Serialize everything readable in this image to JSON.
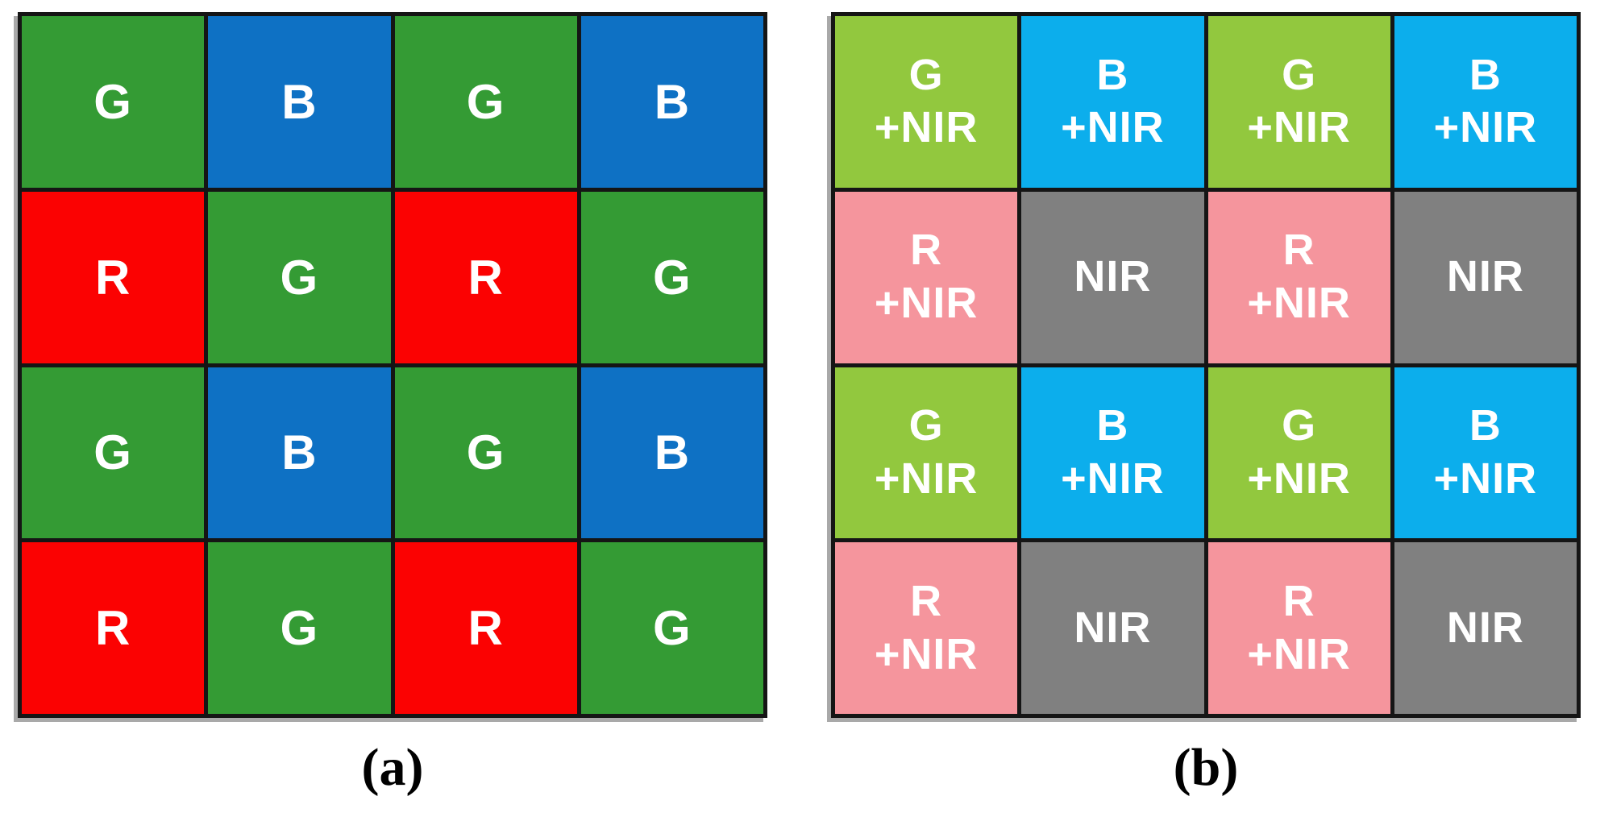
{
  "figure": {
    "description_colors": {
      "background": "#ffffff",
      "grid_border": "#151515",
      "grid_shadow": "#a9a9a9",
      "cell_text": "#ffffff",
      "label_text": "#000000"
    },
    "swatches": {
      "G": "#349B34",
      "B": "#0E71C4",
      "R": "#FB0202",
      "G_NIR": "#92C83E",
      "B_NIR": "#0CAEEC",
      "R_NIR": "#F5959D",
      "NIR": "#808080"
    },
    "panels": [
      {
        "id": "a",
        "label": "(a)",
        "rows": 4,
        "cols": 4,
        "cells": [
          {
            "lines": [
              "G"
            ],
            "color": "G"
          },
          {
            "lines": [
              "B"
            ],
            "color": "B"
          },
          {
            "lines": [
              "G"
            ],
            "color": "G"
          },
          {
            "lines": [
              "B"
            ],
            "color": "B"
          },
          {
            "lines": [
              "R"
            ],
            "color": "R"
          },
          {
            "lines": [
              "G"
            ],
            "color": "G"
          },
          {
            "lines": [
              "R"
            ],
            "color": "R"
          },
          {
            "lines": [
              "G"
            ],
            "color": "G"
          },
          {
            "lines": [
              "G"
            ],
            "color": "G"
          },
          {
            "lines": [
              "B"
            ],
            "color": "B"
          },
          {
            "lines": [
              "G"
            ],
            "color": "G"
          },
          {
            "lines": [
              "B"
            ],
            "color": "B"
          },
          {
            "lines": [
              "R"
            ],
            "color": "R"
          },
          {
            "lines": [
              "G"
            ],
            "color": "G"
          },
          {
            "lines": [
              "R"
            ],
            "color": "R"
          },
          {
            "lines": [
              "G"
            ],
            "color": "G"
          }
        ]
      },
      {
        "id": "b",
        "label": "(b)",
        "rows": 4,
        "cols": 4,
        "cells": [
          {
            "lines": [
              "G",
              "+NIR"
            ],
            "color": "G_NIR"
          },
          {
            "lines": [
              "B",
              "+NIR"
            ],
            "color": "B_NIR"
          },
          {
            "lines": [
              "G",
              "+NIR"
            ],
            "color": "G_NIR"
          },
          {
            "lines": [
              "B",
              "+NIR"
            ],
            "color": "B_NIR"
          },
          {
            "lines": [
              "R",
              "+NIR"
            ],
            "color": "R_NIR"
          },
          {
            "lines": [
              "NIR"
            ],
            "color": "NIR"
          },
          {
            "lines": [
              "R",
              "+NIR"
            ],
            "color": "R_NIR"
          },
          {
            "lines": [
              "NIR"
            ],
            "color": "NIR"
          },
          {
            "lines": [
              "G",
              "+NIR"
            ],
            "color": "G_NIR"
          },
          {
            "lines": [
              "B",
              "+NIR"
            ],
            "color": "B_NIR"
          },
          {
            "lines": [
              "G",
              "+NIR"
            ],
            "color": "G_NIR"
          },
          {
            "lines": [
              "B",
              "+NIR"
            ],
            "color": "B_NIR"
          },
          {
            "lines": [
              "R",
              "+NIR"
            ],
            "color": "R_NIR"
          },
          {
            "lines": [
              "NIR"
            ],
            "color": "NIR"
          },
          {
            "lines": [
              "R",
              "+NIR"
            ],
            "color": "R_NIR"
          },
          {
            "lines": [
              "NIR"
            ],
            "color": "NIR"
          }
        ]
      }
    ]
  }
}
